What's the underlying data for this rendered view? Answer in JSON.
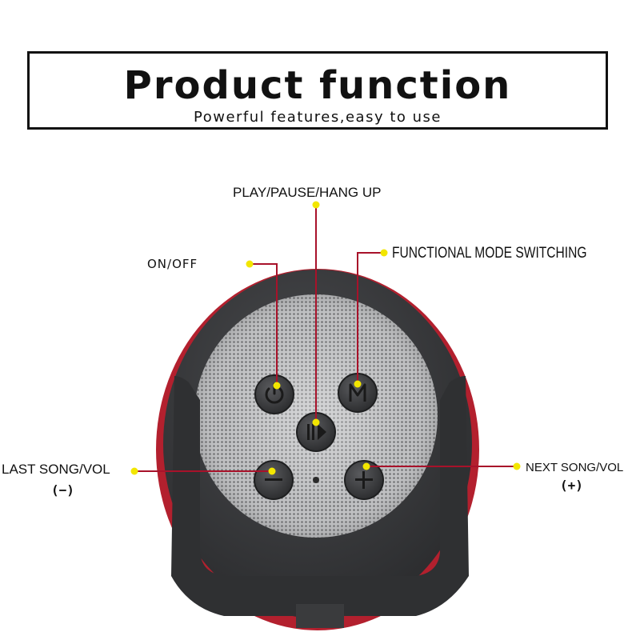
{
  "header": {
    "title": "Product function",
    "subtitle": "Powerful features,easy to use"
  },
  "callouts": {
    "play_pause": "PLAY/PAUSE/HANG UP",
    "on_off": "ON/OFF",
    "mode_switch": "FUNCTIONAL MODE SWITCHING",
    "last_song": "LAST SONG/VOL",
    "last_song_symbol": "(−)",
    "next_song": "NEXT SONG/VOL",
    "next_song_symbol": "(+)"
  },
  "colors": {
    "leader_line": "#a8122a",
    "marker_dot": "#f2e600",
    "device_body": "#3a3b3d",
    "device_shell": "#b3202e"
  },
  "icons": {
    "on_off_button": "power-icon",
    "mode_button": "m-mode-icon",
    "play_button": "play-pause-icon",
    "prev_button": "previous-icon",
    "next_button": "next-icon"
  }
}
